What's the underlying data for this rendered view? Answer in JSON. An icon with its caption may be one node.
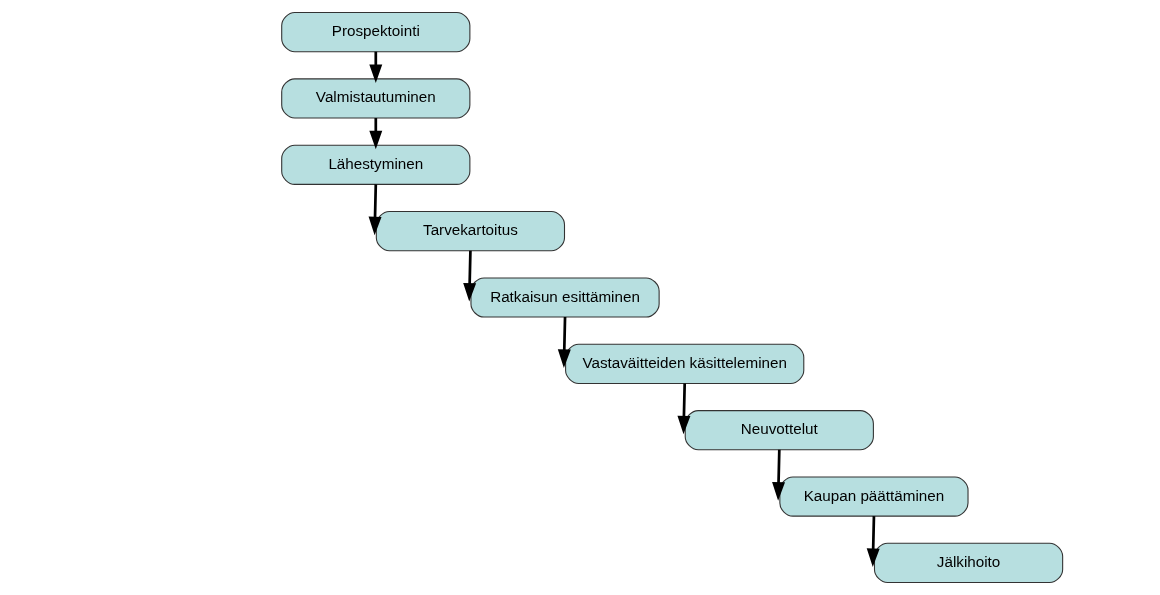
{
  "diagram": {
    "nodes": [
      {
        "text": [
          "Prospektointi"
        ]
      },
      {
        "text": [
          "Valmistautuminen"
        ]
      },
      {
        "text": [
          "Lähestyminen"
        ]
      },
      {
        "text": [
          "Tarvekartoitus"
        ]
      },
      {
        "text": [
          "Ratkaisun esittäminen"
        ]
      },
      {
        "text": [
          "Vastaväitteiden käsitteleminen"
        ]
      },
      {
        "text": [
          "Neuvottelut"
        ]
      },
      {
        "text": [
          "Kaupan päättäminen"
        ]
      },
      {
        "text": [
          "Jälkihoito"
        ]
      }
    ],
    "edges": [
      {
        "from": 0,
        "to": 1,
        "arrow": "to"
      },
      {
        "from": 1,
        "to": 2,
        "arrow": "to"
      },
      {
        "from": 2,
        "to": 3,
        "arrow": "to"
      },
      {
        "from": 3,
        "to": 4,
        "arrow": "to"
      },
      {
        "from": 4,
        "to": 5,
        "arrow": "to"
      },
      {
        "from": 5,
        "to": 6,
        "arrow": "to"
      },
      {
        "from": 6,
        "to": 7,
        "arrow": "to"
      },
      {
        "from": 7,
        "to": 8,
        "arrow": "to"
      }
    ]
  }
}
